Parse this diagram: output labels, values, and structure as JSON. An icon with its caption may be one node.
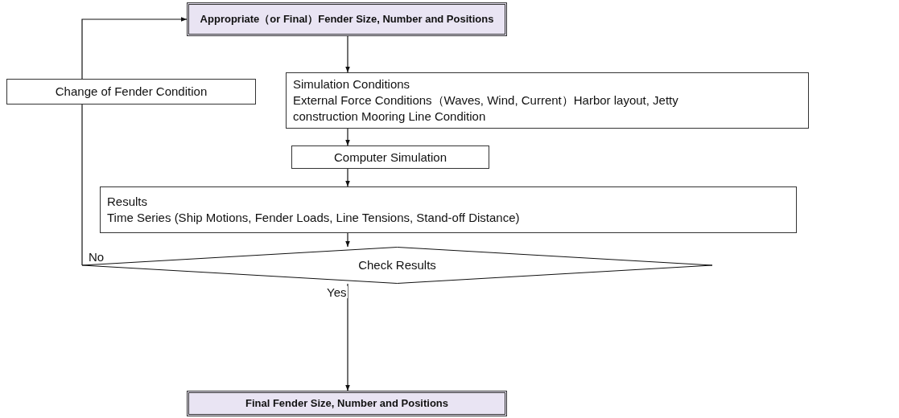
{
  "diagram": {
    "nodes": [
      {
        "text": [
          "Appropriate（or Final）Fender Size, Number and Positions"
        ]
      },
      {
        "text": [
          "Change of Fender Condition"
        ]
      },
      {
        "text": [
          "Simulation Conditions",
          "External Force Conditions（Waves, Wind, Current）Harbor layout, Jetty construction Mooring Line Condition"
        ]
      },
      {
        "text": [
          "Computer Simulation"
        ]
      },
      {
        "text": [
          "Results",
          "Time Series (Ship Motions, Fender Loads, Line Tensions, Stand-off Distance)"
        ]
      },
      {
        "text": [
          "Check Results"
        ]
      },
      {
        "text": [
          "Final Fender Size, Number and Positions"
        ]
      }
    ],
    "edges": [
      {
        "from": 0,
        "to": 2,
        "arrow": "to"
      },
      {
        "from": 2,
        "to": 3,
        "arrow": "to"
      },
      {
        "from": 3,
        "to": 4,
        "arrow": "to"
      },
      {
        "from": 4,
        "to": 5,
        "arrow": "to"
      },
      {
        "from": 5,
        "to": 6,
        "arrow": "to",
        "label": "Yes"
      },
      {
        "from": 5,
        "to": 1,
        "arrow": "none",
        "label": "No"
      },
      {
        "from": 1,
        "to": 0,
        "arrow": "to"
      }
    ]
  }
}
